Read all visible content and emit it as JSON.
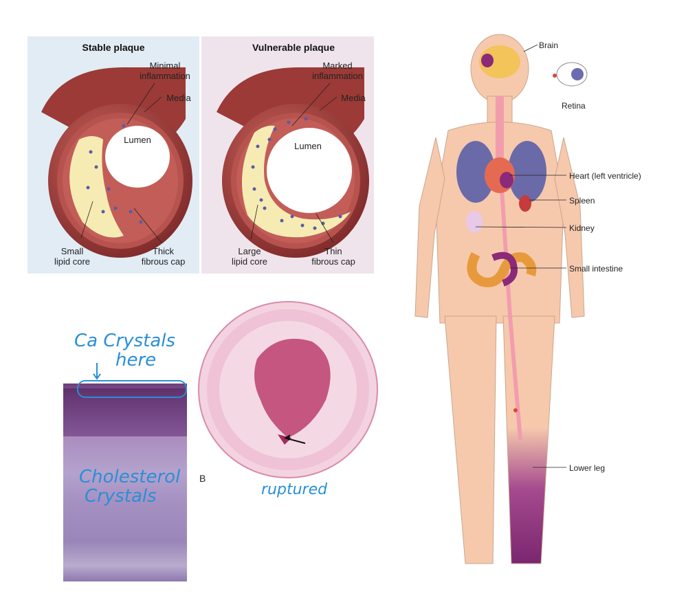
{
  "plaque_figure": {
    "stable": {
      "title": "Stable plaque",
      "inflammation": "Minimal\ninflammation",
      "media": "Media",
      "lumen": "Lumen",
      "core": "Small\nlipid core",
      "cap": "Thick\nfibrous cap"
    },
    "vulnerable": {
      "title": "Vulnerable plaque",
      "inflammation": "Marked\ninflammation",
      "media": "Media",
      "lumen": "Lumen",
      "core": "Large\nlipid core",
      "cap": "Thin\nfibrous cap"
    }
  },
  "histology": {
    "note_top_line1": "Ca Crystals",
    "note_top_line2": "here",
    "note_middle_line1": "Cholesterol",
    "note_middle_line2": "Crystals",
    "panel_letter": "B",
    "note_bottom": "ruptured"
  },
  "body_figure": {
    "labels": {
      "brain": "Brain",
      "retina": "Retina",
      "heart": "Heart (left ventricle)",
      "spleen": "Spleen",
      "kidney": "Kidney",
      "intestine": "Small intestine",
      "leg": "Lower leg"
    }
  },
  "colors": {
    "artery_outer": "#a8423f",
    "plaque_core": "#f6ecb3",
    "skin": "#f6c9ad",
    "infarct_purple": "#8a2a78",
    "annotation_blue": "#2a8fd6"
  }
}
